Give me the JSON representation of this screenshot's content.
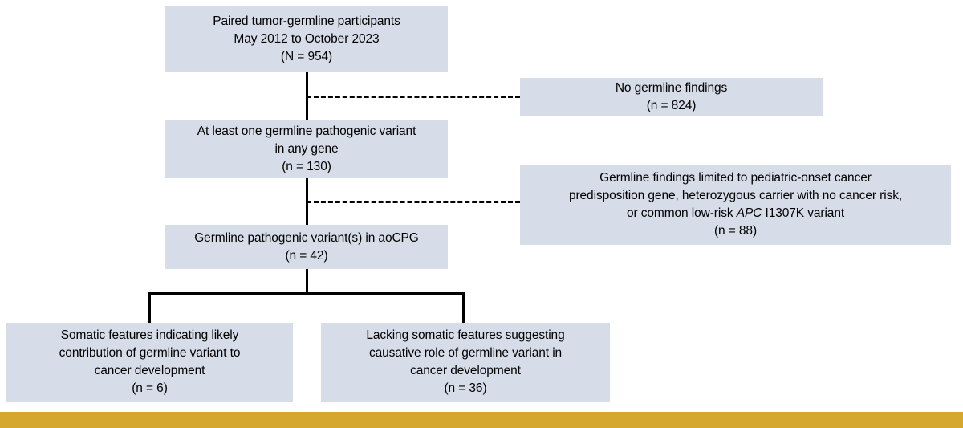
{
  "figure": {
    "type": "flowchart",
    "colors": {
      "node_fill": "#d6dce8",
      "connector": "#000000",
      "brand_bar": "#d6a72e",
      "text": "#000000",
      "background": "#ffffff"
    }
  },
  "nodes": {
    "enrolled": {
      "name": "paired-tumor-germline-participants",
      "line1": "Paired tumor-germline participants",
      "line2": "May 2012 to October 2023",
      "line3": "(N = 954)",
      "count_label": "N",
      "count": 954
    },
    "any_variant": {
      "name": "at-least-one-germline-pathogenic-variant",
      "line1": "At least one germline pathogenic variant",
      "line2": "in any gene",
      "line3": "(n = 130)",
      "count_label": "n",
      "count": 130
    },
    "aocpg": {
      "name": "germline-pathogenic-variant-in-aocpg",
      "line1": "Germline pathogenic variant(s) in aoCPG",
      "line2": "(n = 42)",
      "count_label": "n",
      "count": 42
    },
    "no_findings": {
      "name": "no-germline-findings",
      "line1": "No germline findings",
      "line2": "(n = 824)",
      "count_label": "n",
      "count": 824
    },
    "excluded": {
      "name": "excluded-germline-findings",
      "line1": "Germline findings limited to pediatric-onset cancer",
      "line2": "predisposition gene, heterozygous carrier with no cancer risk,",
      "line3_pre": "or common low-risk ",
      "line3_gene": "APC",
      "line3_post": " I1307K variant",
      "line4": "(n = 88)",
      "count_label": "n",
      "count": 88
    },
    "somatic_yes": {
      "name": "somatic-features-supporting-germline-contribution",
      "line1": "Somatic features indicating likely",
      "line2": "contribution of germline variant to",
      "line3": "cancer development",
      "line4": "(n = 6)",
      "count_label": "n",
      "count": 6
    },
    "somatic_no": {
      "name": "lacking-somatic-features",
      "line1": "Lacking somatic features suggesting",
      "line2": "causative role of germline variant in",
      "line3": "cancer development",
      "line4": "(n = 36)",
      "count_label": "n",
      "count": 36
    }
  }
}
